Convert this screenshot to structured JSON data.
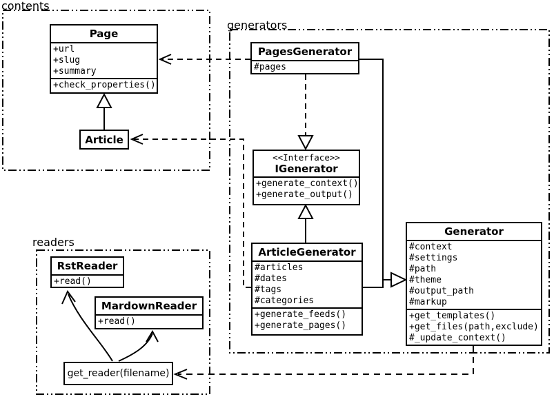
{
  "packages": {
    "contents": {
      "label": "contents"
    },
    "generators": {
      "label": "generators"
    },
    "readers": {
      "label": "readers"
    }
  },
  "classes": {
    "page": {
      "title": "Page",
      "attributes": [
        "+url",
        "+slug",
        "+summary"
      ],
      "methods": [
        "+check_properties()"
      ]
    },
    "article": {
      "title": "Article"
    },
    "pages_generator": {
      "title": "PagesGenerator",
      "attributes": [
        "#pages"
      ]
    },
    "igenerator": {
      "stereotype": "<<Interface>>",
      "title": "IGenerator",
      "methods": [
        "+generate_context()",
        "+generate_output()"
      ]
    },
    "article_generator": {
      "title": "ArticleGenerator",
      "attributes": [
        "#articles",
        "#dates",
        "#tags",
        "#categories"
      ],
      "methods": [
        "+generate_feeds()",
        "+generate_pages()"
      ]
    },
    "generator": {
      "title": "Generator",
      "attributes": [
        "#context",
        "#settings",
        "#path",
        "#theme",
        "#output_path",
        "#markup"
      ],
      "methods": [
        "+get_templates()",
        "+get_files(path,exclude)",
        "#_update_context()"
      ]
    },
    "rst_reader": {
      "title": "RstReader",
      "methods": [
        "+read()"
      ]
    },
    "mardown_reader": {
      "title": "MardownReader",
      "methods": [
        "+read()"
      ]
    },
    "get_reader": {
      "title": "get_reader(filename)"
    }
  },
  "relationships": [
    {
      "from": "Article",
      "to": "Page",
      "type": "generalization",
      "line": "solid"
    },
    {
      "from": "PagesGenerator",
      "to": "Page",
      "type": "dependency",
      "line": "dashed"
    },
    {
      "from": "ArticleGenerator",
      "to": "Article",
      "type": "dependency",
      "line": "dashed"
    },
    {
      "from": "PagesGenerator",
      "to": "IGenerator",
      "type": "realization",
      "line": "dashed"
    },
    {
      "from": "ArticleGenerator",
      "to": "IGenerator",
      "type": "generalization",
      "line": "solid"
    },
    {
      "from": "PagesGenerator",
      "to": "Generator",
      "type": "generalization",
      "line": "solid"
    },
    {
      "from": "ArticleGenerator",
      "to": "Generator",
      "type": "generalization",
      "line": "solid"
    },
    {
      "from": "Generator",
      "to": "get_reader(filename)",
      "type": "dependency",
      "line": "dashed"
    },
    {
      "from": "get_reader(filename)",
      "to": "RstReader",
      "type": "call-arrow",
      "line": "solid-curved"
    },
    {
      "from": "get_reader(filename)",
      "to": "MardownReader",
      "type": "call-arrow",
      "line": "solid-curved"
    }
  ],
  "colors": {
    "line": "#000000",
    "text": "#000000",
    "background": "#ffffff",
    "box_fill": "#ffffff"
  }
}
